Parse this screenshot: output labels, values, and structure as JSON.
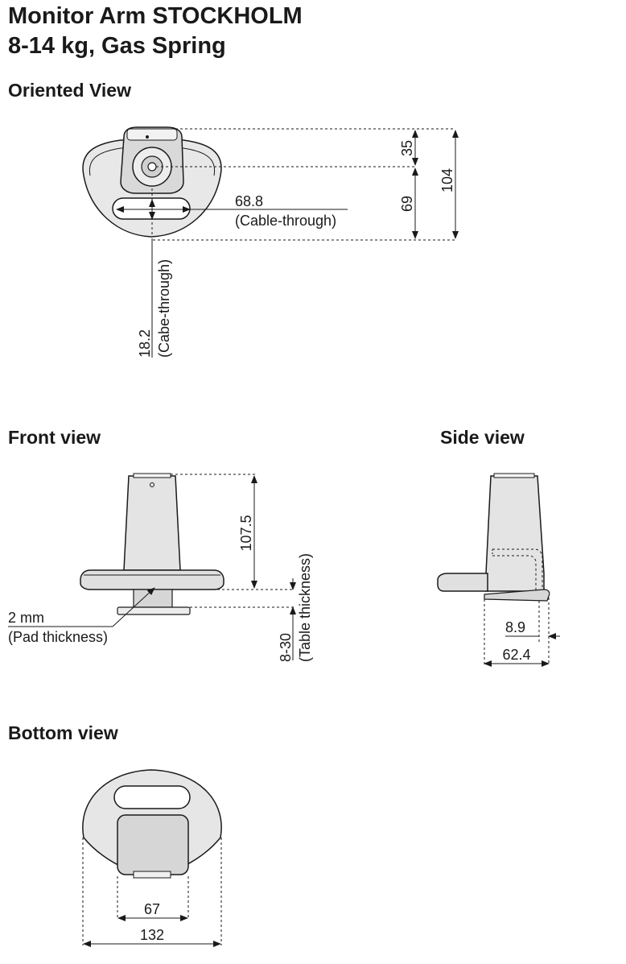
{
  "title": {
    "line1": "Monitor Arm STOCKHOLM",
    "line2": "8-14 kg, Gas Spring"
  },
  "sections": {
    "oriented": "Oriented View",
    "front": "Front view",
    "side": "Side view",
    "bottom": "Bottom view"
  },
  "oriented": {
    "dim_35": "35",
    "dim_69": "69",
    "dim_104": "104",
    "dim_68_8": "68.8",
    "cable_through": "(Cable-through)",
    "dim_18_2": "18.2",
    "cabe_through": "(Cabe-through)"
  },
  "front": {
    "dim_107_5": "107.5",
    "pad_mm": "2 mm",
    "pad_thickness": "(Pad thickness)",
    "table_range": "8-30",
    "table_thickness": "(Table thickness)"
  },
  "side": {
    "dim_8_9": "8.9",
    "dim_62_4": "62.4"
  },
  "bottom": {
    "dim_67": "67",
    "dim_132": "132"
  },
  "colors": {
    "body_fill": "#e6e6e6",
    "stroke": "#1a1a1a",
    "shade": "#bdbdbd"
  }
}
